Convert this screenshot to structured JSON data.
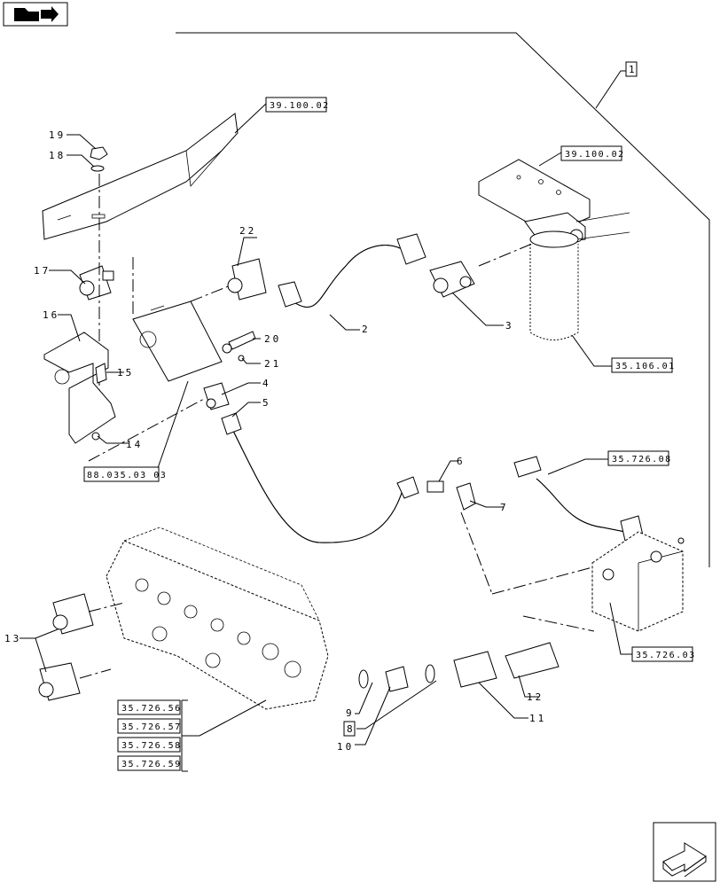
{
  "references": {
    "r1": "39.100.02",
    "r2": "39.100.02",
    "r3": "35.106.01",
    "r4": "35.726.08",
    "r5": "35.726.03",
    "r6": "88.035.03 03",
    "r7": "35.726.56",
    "r8": "35.726.57",
    "r9": "35.726.58",
    "r10": "35.726.59"
  },
  "callouts": {
    "n1": "1",
    "n2": "2",
    "n3": "3",
    "n4": "4",
    "n5": "5",
    "n6": "6",
    "n7": "7",
    "n8": "8",
    "n9": "9",
    "n10": "10",
    "n11": "11",
    "n12": "12",
    "n13": "13",
    "n14": "14",
    "n15": "15",
    "n16": "16",
    "n17": "17",
    "n18": "18",
    "n19": "19",
    "n20": "20",
    "n21": "21",
    "n22": "22"
  },
  "icons": {
    "top_left": "book-icon",
    "bottom_right": "next-page-arrow-icon"
  }
}
